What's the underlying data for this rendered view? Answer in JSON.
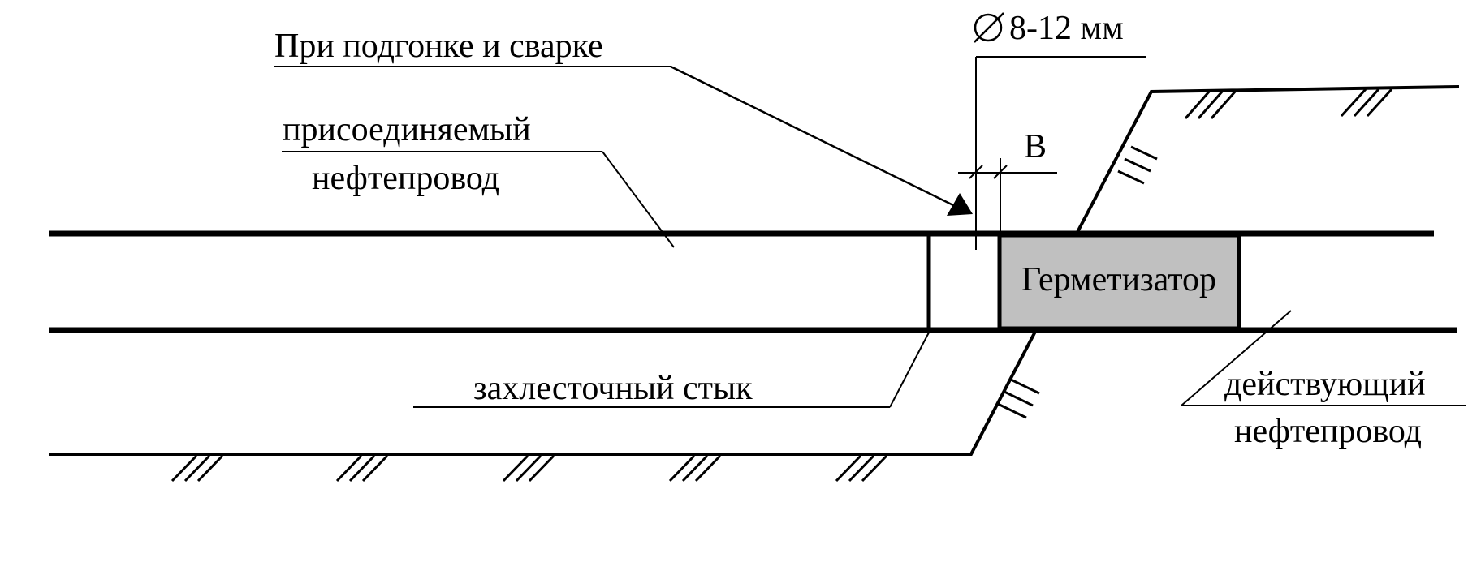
{
  "labels": {
    "fitting_note": "При подгонке и сварке",
    "connected_pipeline_line1": "присоединяемый",
    "connected_pipeline_line2": "нефтепровод",
    "hole_diameter": "8-12 мм",
    "gap": "В",
    "sealer": "Герметизатор",
    "closing_joint": "захлесточный стык",
    "active_pipeline_line1": "действующий",
    "active_pipeline_line2": "нефтепровод"
  },
  "icons": {
    "diameter": "diameter-symbol-icon",
    "ground_hatch": "ground-hatch-icon",
    "arrow": "arrowhead-icon"
  },
  "colors": {
    "line": "#000000",
    "sealer_fill": "#c0c0c0",
    "background": "#ffffff"
  }
}
